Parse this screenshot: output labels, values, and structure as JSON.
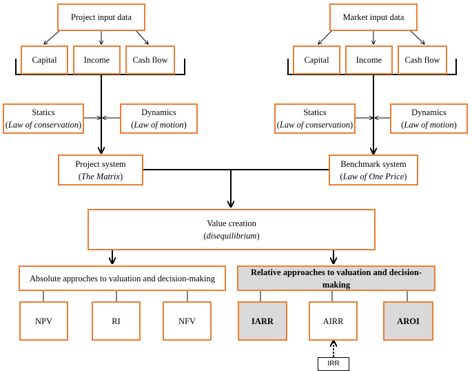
{
  "colors": {
    "box_border": "#ed7d31",
    "highlight_fill": "#d9d9d9",
    "line": "#000000"
  },
  "project": {
    "input": "Project input data",
    "capital": "Capital",
    "income": "Income",
    "cashflow": "Cash flow",
    "statics": {
      "title": "Statics",
      "sub": "Law of conservation"
    },
    "dynamics": {
      "title": "Dynamics",
      "sub": "Law of motion"
    },
    "system": {
      "title": "Project system",
      "sub": "The Matrix"
    }
  },
  "market": {
    "input": "Market input data",
    "capital": "Capital",
    "income": "Income",
    "cashflow": "Cash flow",
    "statics": {
      "title": "Statics",
      "sub": "Law of conservation"
    },
    "dynamics": {
      "title": "Dynamics",
      "sub": "Law of motion"
    },
    "system": {
      "title": "Benchmark system",
      "sub": "Law of One Price"
    }
  },
  "value_creation": {
    "title": "Value creation",
    "sub": "disequilibrium"
  },
  "absolute": {
    "title": "Absolute approches to valuation and decision-making",
    "items": [
      "NPV",
      "RI",
      "NFV"
    ]
  },
  "relative": {
    "title": "Relative approaches  to valuation and decision-making",
    "items": [
      "IARR",
      "AIRR",
      "AROI"
    ],
    "irr": "IRR"
  }
}
